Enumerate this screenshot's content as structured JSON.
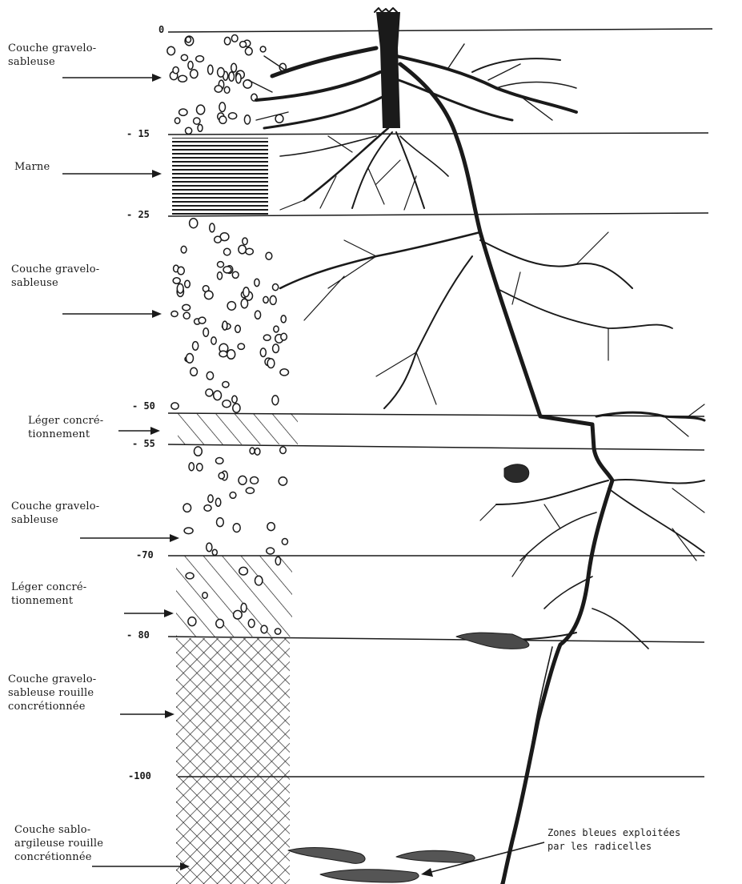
{
  "layers": [
    {
      "label": "Couche gravelo-\nsableuse"
    },
    {
      "label": "Marne"
    },
    {
      "label": "Couche gravelo-\nsableuse"
    },
    {
      "label": "Léger concré-\ntionnement"
    },
    {
      "label": "Couche gravelo-\nsableuse"
    },
    {
      "label": "Léger concré-\ntionnement"
    },
    {
      "label": "Couche gravelo-\nsableuse rouille\nconcrétionnée"
    },
    {
      "label": "Couche sablo-\nargileuse rouille\nconcrétionnée"
    }
  ],
  "depths": [
    "0",
    "- 15",
    "- 25",
    "- 50",
    "- 55",
    "-70",
    "- 80",
    "-100"
  ],
  "annotation": "Zones bleues exploitées\npar les radicelles",
  "colors": {
    "ink": "#1a1a1a",
    "paper": "#ffffff"
  }
}
